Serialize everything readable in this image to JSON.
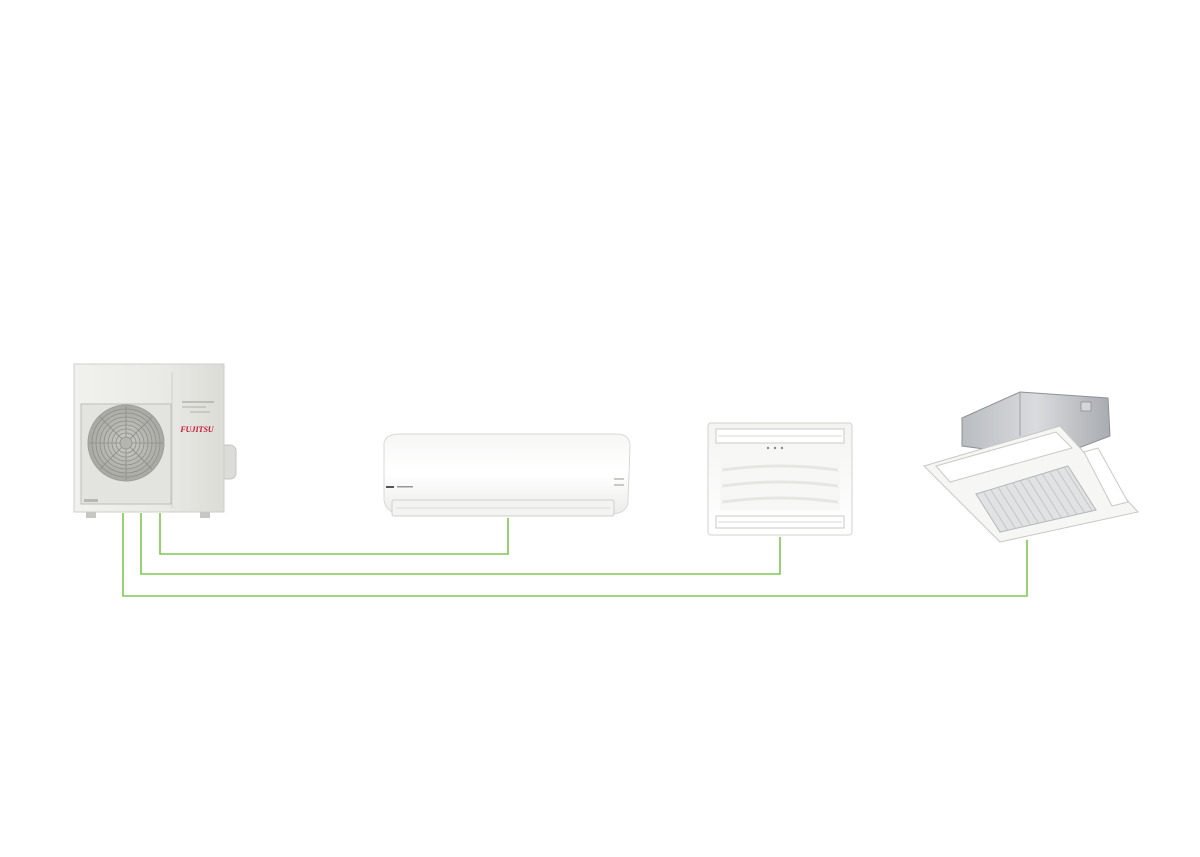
{
  "diagram": {
    "background_color": "#ffffff",
    "pipe_color": "#7ec850",
    "brand_color": "#c8102e",
    "outdoor_unit": {
      "name": "outdoor-condenser-unit",
      "brand_logo": "FUJITSU",
      "icon": "outdoor-unit-icon"
    },
    "indoor_units": [
      {
        "name": "wall-mounted-unit",
        "icon": "wall-split-icon"
      },
      {
        "name": "floor-console-unit",
        "icon": "floor-console-icon"
      },
      {
        "name": "ceiling-cassette-unit",
        "icon": "cassette-icon"
      }
    ],
    "connections": [
      {
        "from": "outdoor-condenser-unit",
        "to": "wall-mounted-unit"
      },
      {
        "from": "outdoor-condenser-unit",
        "to": "floor-console-unit"
      },
      {
        "from": "outdoor-condenser-unit",
        "to": "ceiling-cassette-unit"
      }
    ]
  }
}
